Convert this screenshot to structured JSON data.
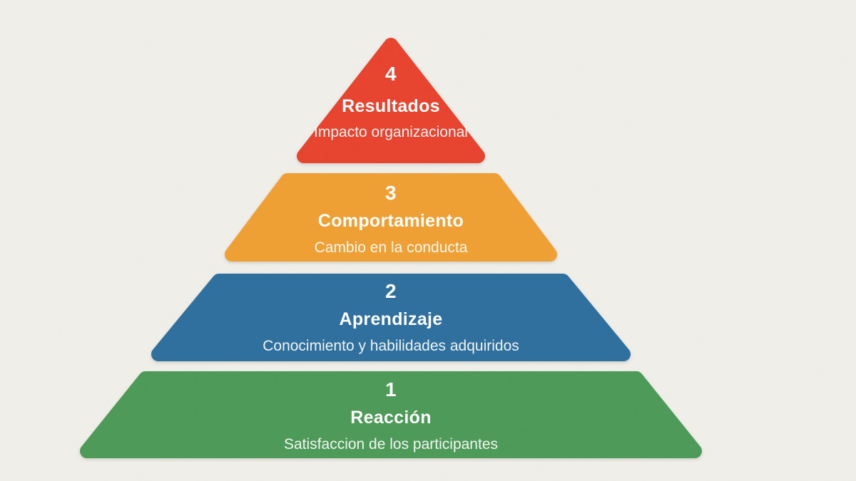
{
  "diagram": {
    "type": "pyramid",
    "background_color": "#f0efea",
    "text_color": "#ffffff",
    "levels": [
      {
        "number": "4",
        "title": "Resultados",
        "subtitle": "Impacto organizacional",
        "color": "#e8432e"
      },
      {
        "number": "3",
        "title": "Comportamiento",
        "subtitle": "Cambio en la conducta",
        "color": "#f0a033"
      },
      {
        "number": "2",
        "title": "Aprendizaje",
        "subtitle": "Conocimiento y habilidades adquiridos",
        "color": "#2d6f9e"
      },
      {
        "number": "1",
        "title": "Reacción",
        "subtitle": "Satisfaccion de los participantes",
        "color": "#4c9a57"
      }
    ]
  }
}
